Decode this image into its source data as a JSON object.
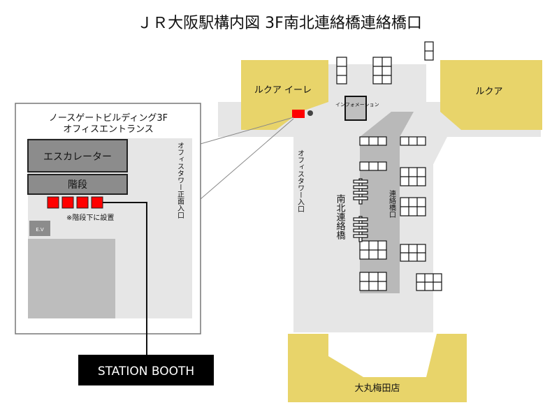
{
  "title": "ＪＲ大阪駅構内図 3F南北連絡橋連絡橋口",
  "inset": {
    "heading_line1": "ノースゲートビルディング3F",
    "heading_line2": "オフィスエントランス",
    "escalator_label": "エスカレーター",
    "stairs_label": "階段",
    "note": "※階段下に設置",
    "ev_label": "E.V",
    "front_entrance_label": "オフィスタワー正面入口"
  },
  "map": {
    "lucua_1100_label": "ルクア イーレ",
    "lucua_label": "ルクア",
    "information_label": "インフォメーション",
    "office_tower_entrance_label": "オフィスタワー入口",
    "bridge_label": "南北連絡橋",
    "gate_label": "連絡橋口",
    "daimaru_label": "大丸梅田店"
  },
  "booth_label": "STATION BOOTH",
  "colors": {
    "building_yellow": "#e8d46a",
    "corridor_gray": "#e6e6e6",
    "concourse_gray": "#b9b9b9",
    "booth_red": "#ff0000",
    "box_dark": "#8c8c8c"
  }
}
